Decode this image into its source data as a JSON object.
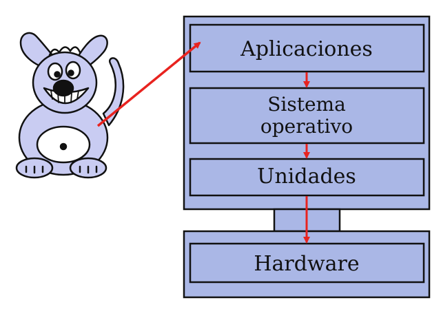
{
  "layers": {
    "applications": "Aplicaciones",
    "os_line1": "Sistema",
    "os_line2": "operativo",
    "drivers": "Unidades",
    "hardware": "Hardware"
  },
  "colors": {
    "box_fill": "#aab7e6",
    "box_stroke": "#111111",
    "arrow": "#e8231f",
    "mascot_fill": "#c9ccf2"
  },
  "icons": {
    "mascot": "cartoon-dog-user"
  }
}
